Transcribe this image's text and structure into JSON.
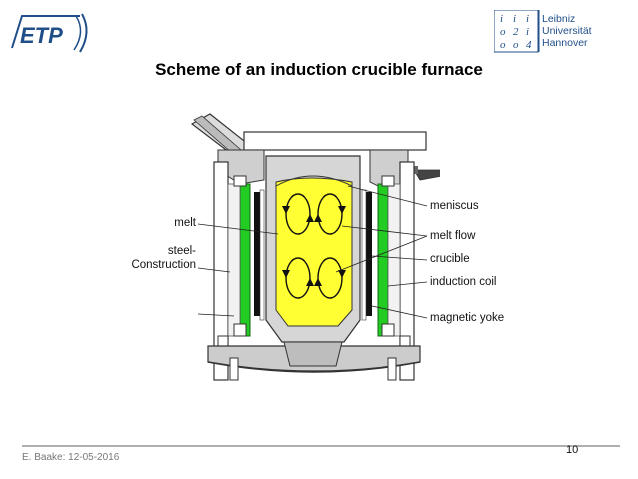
{
  "logo_left": {
    "text": "ETP"
  },
  "logo_right": {
    "seal_chars": [
      "i",
      "i",
      "i",
      "o",
      "2",
      "i",
      "o",
      "o",
      "4"
    ],
    "lines": [
      "Leibniz",
      "Universität",
      "Hannover"
    ]
  },
  "title": "Scheme of an induction crucible furnace",
  "labels": {
    "melt": "melt",
    "steel_1": "steel-",
    "steel_2": "Construction",
    "meniscus": "meniscus",
    "melt_flow": "melt flow",
    "crucible": "crucible",
    "induction_coil": "induction coil",
    "magnetic_yoke": "magnetic yoke"
  },
  "footer": {
    "author_date": "E. Baake: 12-05-2016",
    "page": "10"
  },
  "colors": {
    "melt": "#ffff33",
    "coil": "#22cc22",
    "refractory": "#d6d6d6",
    "brand_blue": "#1f4e89"
  }
}
